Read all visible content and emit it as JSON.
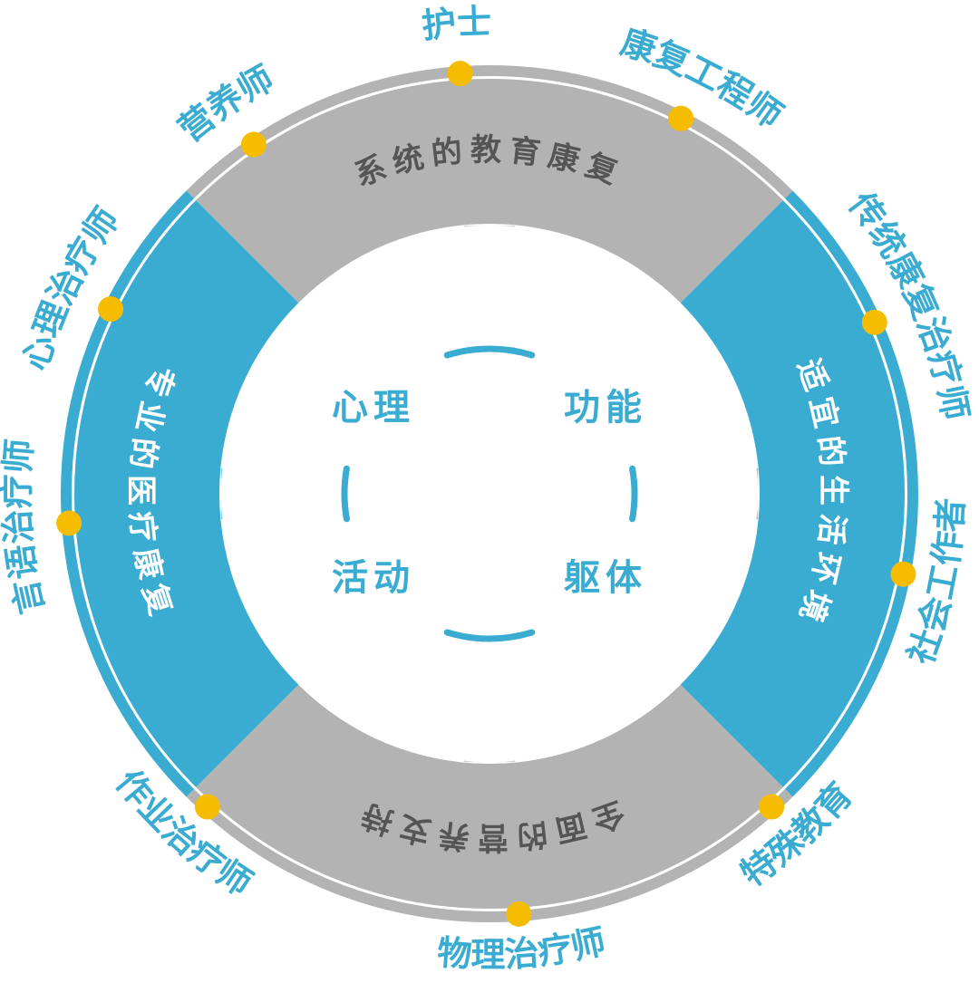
{
  "colors": {
    "blue": "#3AACD2",
    "gray": "#B3B3B3",
    "dark_text": "#555555",
    "dot": "#F5BC00",
    "white": "#FFFFFF"
  },
  "sections": {
    "top": "系统的教育康复",
    "right": "适宜的生活环境",
    "bottom": "全面的营养支持",
    "left": "专业的医疗康复"
  },
  "center": {
    "top_left": "心理",
    "top_right": "功能",
    "bottom_left": "活动",
    "bottom_right": "躯体"
  },
  "roles": [
    "护士",
    "康复工程师",
    "传统康复治疗师",
    "社会工作者",
    "特殊教育",
    "物理治疗师",
    "作业治疗师",
    "言语治疗师",
    "心理治疗师",
    "营养师"
  ]
}
